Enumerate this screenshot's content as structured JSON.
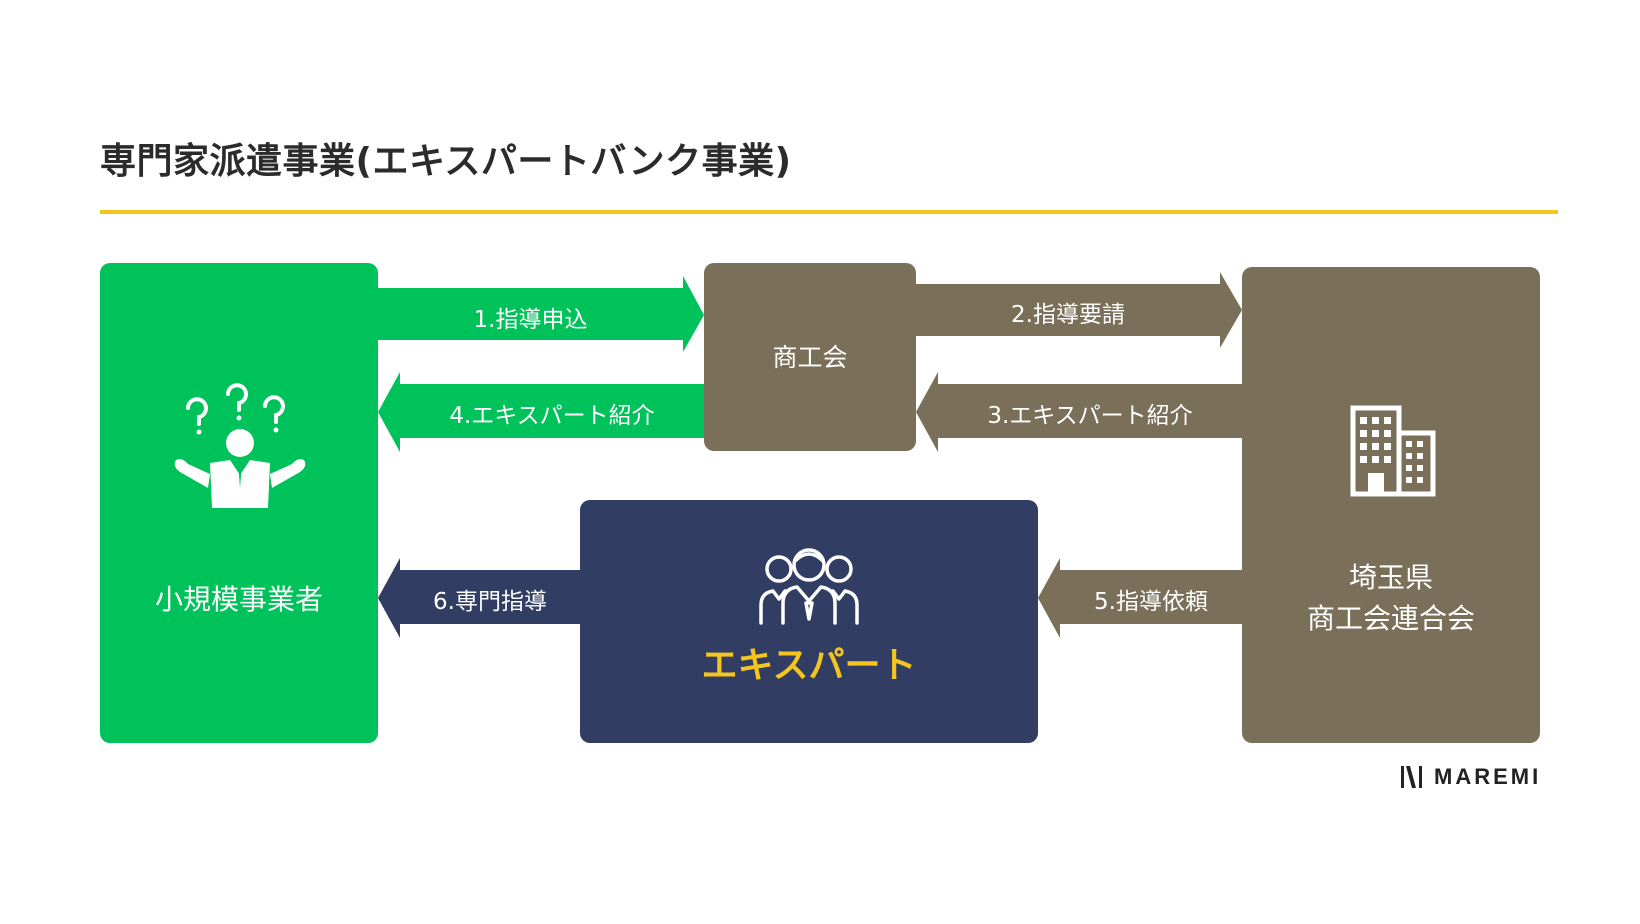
{
  "title": "専門家派遣事業(エキスパートバンク事業)",
  "nodes": {
    "small_business": "小規模事業者",
    "chamber": "商工会",
    "prefecture_line1": "埼玉県",
    "prefecture_line2": "商工会連合会",
    "expert": "エキスパート"
  },
  "arrows": {
    "a1": "1.指導申込",
    "a2": "2.指導要請",
    "a3": "3.エキスパート紹介",
    "a4": "4.エキスパート紹介",
    "a5": "5.指導依頼",
    "a6": "6.専門指導"
  },
  "logo": {
    "text": "MAREMI"
  },
  "colors": {
    "green": "#00c25a",
    "olive": "#7a6f58",
    "navy": "#323d63",
    "accent_yellow": "#f5c51f"
  },
  "icons": [
    "confused-businessman-icon",
    "office-building-icon",
    "expert-team-icon",
    "maremi-logo-icon"
  ]
}
